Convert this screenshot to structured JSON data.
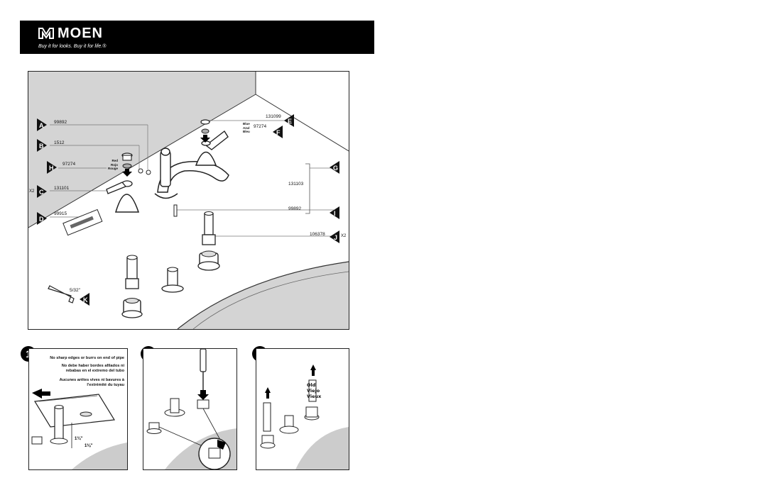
{
  "header": {
    "brand": "MOEN",
    "tagline": "Buy it for looks. Buy it for life.®",
    "bg": "#000000"
  },
  "parts": [
    {
      "letter": "A",
      "number": "99892",
      "qty": ""
    },
    {
      "letter": "B",
      "number": "1512",
      "qty": ""
    },
    {
      "letter": "H",
      "number": "97274",
      "qty": ""
    },
    {
      "letter": "C",
      "number": "131101",
      "qty": "X2"
    },
    {
      "letter": "D",
      "number": "99915",
      "qty": ""
    },
    {
      "letter": "E",
      "number": "131099",
      "qty": ""
    },
    {
      "letter": "F",
      "number": "97274",
      "qty": ""
    },
    {
      "letter": "G",
      "number": "131103",
      "qty": ""
    },
    {
      "letter": "I",
      "number": "99892",
      "qty": ""
    },
    {
      "letter": "J",
      "number": "106378",
      "qty": "X2"
    },
    {
      "letter": "K",
      "number": "5/32\"",
      "qty": ""
    }
  ],
  "color_notes": {
    "red": [
      "Red",
      "Rojo",
      "Rouge"
    ],
    "blue": [
      "Blue",
      "Azul",
      "Bleu"
    ]
  },
  "steps": [
    {
      "number": "1",
      "warnings": [
        "No sharp edges or burrs on end of pipe",
        "No debe haber bordes afilados ni rebabas en el extremo del tubo",
        "Aucunes arêtes vives ni bavures à l'extrémité du tuyau"
      ]
    },
    {
      "number": "2"
    },
    {
      "number": "3",
      "old_labels": [
        "Old",
        "Viejo",
        "Vieux"
      ]
    }
  ]
}
